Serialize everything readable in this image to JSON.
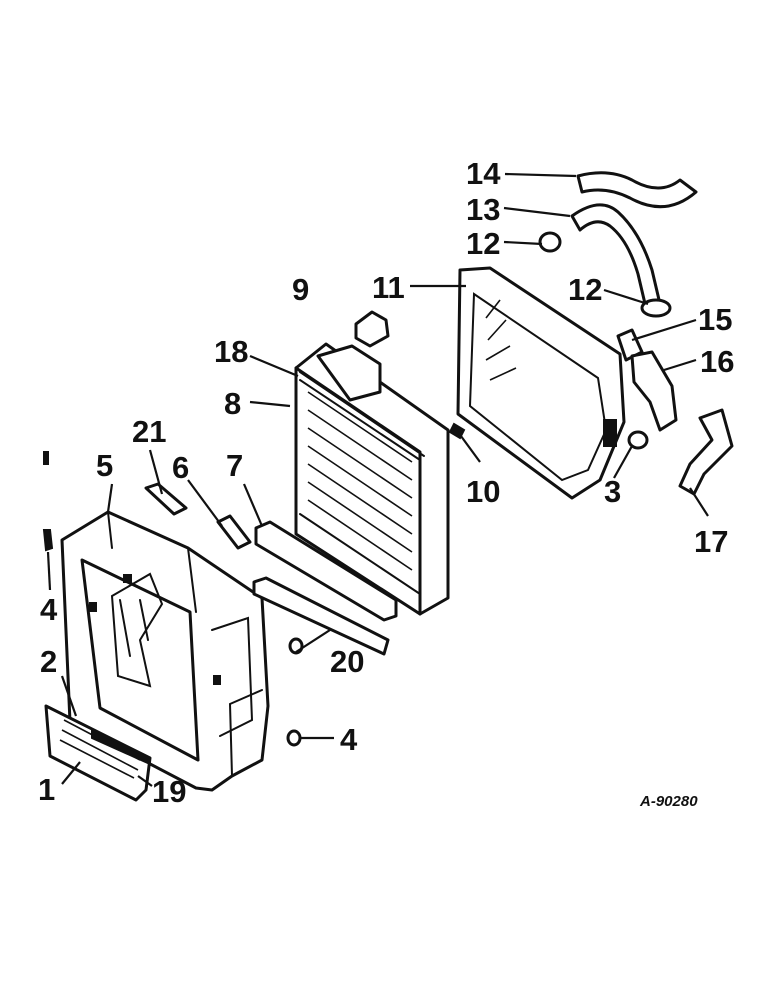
{
  "diagram": {
    "callouts": [
      {
        "id": "c14",
        "label": "14"
      },
      {
        "id": "c13",
        "label": "13"
      },
      {
        "id": "c12a",
        "label": "12"
      },
      {
        "id": "c12b",
        "label": "12"
      },
      {
        "id": "c11",
        "label": "11"
      },
      {
        "id": "c9",
        "label": "9"
      },
      {
        "id": "c15",
        "label": "15"
      },
      {
        "id": "c16",
        "label": "16"
      },
      {
        "id": "c18",
        "label": "18"
      },
      {
        "id": "c8",
        "label": "8"
      },
      {
        "id": "c21",
        "label": "21"
      },
      {
        "id": "c6",
        "label": "6"
      },
      {
        "id": "c7",
        "label": "7"
      },
      {
        "id": "c5",
        "label": "5"
      },
      {
        "id": "c10",
        "label": "10"
      },
      {
        "id": "c3",
        "label": "3"
      },
      {
        "id": "c17",
        "label": "17"
      },
      {
        "id": "c4a",
        "label": "4"
      },
      {
        "id": "c20",
        "label": "20"
      },
      {
        "id": "c2",
        "label": "2"
      },
      {
        "id": "c4b",
        "label": "4"
      },
      {
        "id": "c1",
        "label": "1"
      },
      {
        "id": "c19",
        "label": "19"
      }
    ],
    "drawing_number": "A-90280"
  }
}
